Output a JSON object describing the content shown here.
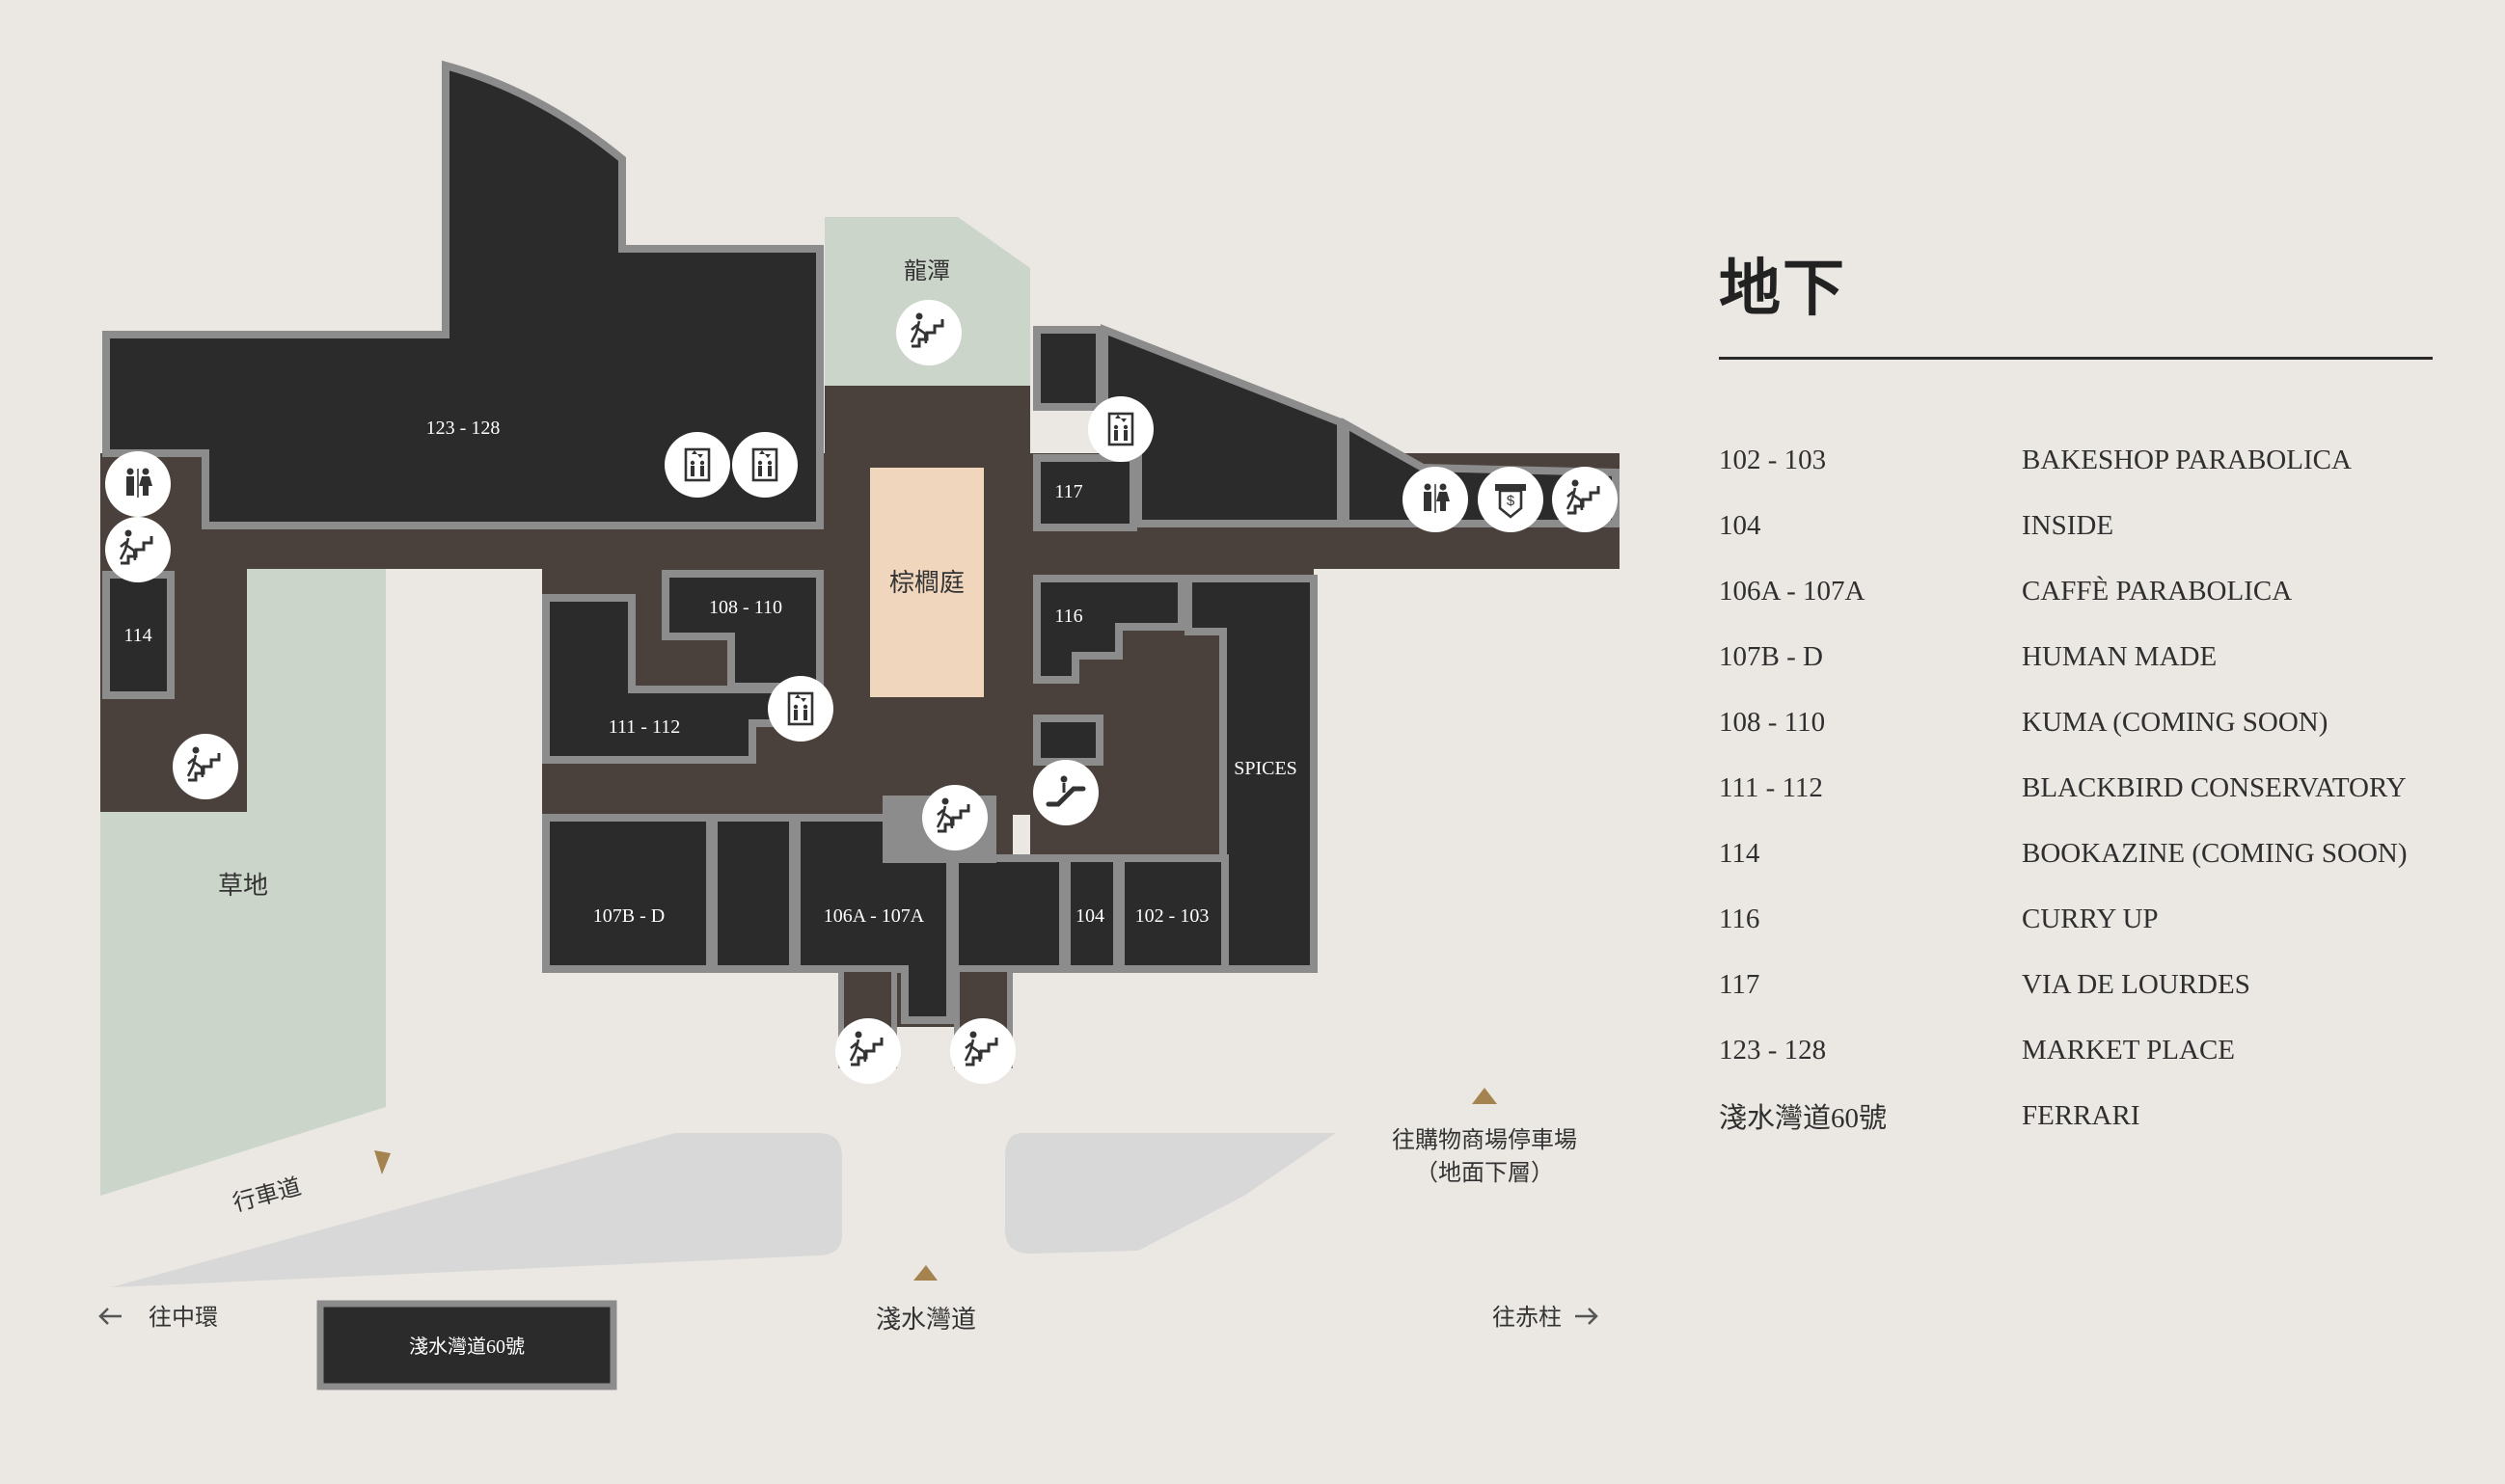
{
  "colors": {
    "background": "#ebe8e3",
    "shop": "#2b2b2c",
    "corridor": "#4a413c",
    "wall": "#8c8c8c",
    "green_area": "#cbd5c9",
    "courtyard": "#f0d6bd",
    "road": "#d8d8d8",
    "arrow": "#a4834f"
  },
  "map": {
    "units": [
      {
        "id": "123-128",
        "label": "123 - 128"
      },
      {
        "id": "117",
        "label": "117"
      },
      {
        "id": "114",
        "label": "114"
      },
      {
        "id": "108-110",
        "label": "108 - 110"
      },
      {
        "id": "111-112",
        "label": "111 - 112"
      },
      {
        "id": "116",
        "label": "116"
      },
      {
        "id": "spices",
        "label": "SPICES"
      },
      {
        "id": "107b-d",
        "label": "107B - D"
      },
      {
        "id": "106a-107a",
        "label": "106A - 107A"
      },
      {
        "id": "104",
        "label": "104"
      },
      {
        "id": "102-103",
        "label": "102 - 103"
      }
    ],
    "areas": {
      "dragon_pool": "龍潭",
      "courtyard": "棕櫚庭",
      "lawn": "草地"
    },
    "roads": {
      "driveway": "行車道",
      "repulse_bay_road": "淺水灣道",
      "no60": "淺水灣道60號",
      "to_central": "往中環",
      "to_stanley": "往赤柱",
      "to_carpark_line1": "往購物商場停車場",
      "to_carpark_line2": "（地面下層）"
    },
    "icons": [
      "stairs-icon",
      "lift-icon",
      "toilet-icon",
      "escalator-icon",
      "atm-icon"
    ]
  },
  "legend": {
    "title": "地下",
    "entries": [
      {
        "code": "102 - 103",
        "name": "BAKESHOP PARABOLICA"
      },
      {
        "code": "104",
        "name": "INSIDE"
      },
      {
        "code": "106A - 107A",
        "name": "CAFFÈ PARABOLICA"
      },
      {
        "code": "107B - D",
        "name": "HUMAN MADE"
      },
      {
        "code": "108 - 110",
        "name": "KUMA (COMING SOON)"
      },
      {
        "code": "111 - 112",
        "name": "BLACKBIRD CONSERVATORY"
      },
      {
        "code": "114",
        "name": "BOOKAZINE (COMING SOON)"
      },
      {
        "code": "116",
        "name": "CURRY UP"
      },
      {
        "code": "117",
        "name": "VIA DE LOURDES"
      },
      {
        "code": "123 - 128",
        "name": "MARKET PLACE"
      },
      {
        "code": "淺水灣道60號",
        "name": "FERRARI"
      }
    ]
  }
}
